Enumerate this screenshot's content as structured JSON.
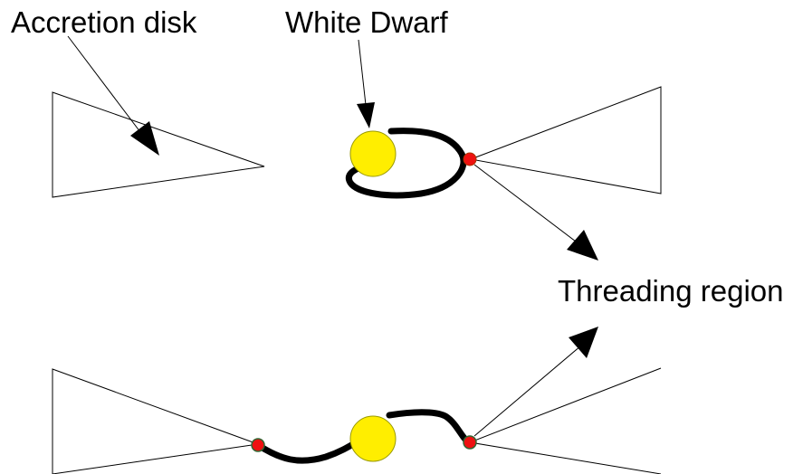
{
  "labels": {
    "accretion_disk": "Accretion disk",
    "white_dwarf": "White Dwarf",
    "threading_region": "Threading region"
  },
  "colors": {
    "white_dwarf_fill": "#ffee00",
    "white_dwarf_stroke": "#999900",
    "threading_point_fill": "#ee1111",
    "threading_point_stroke_top": "#aa3300",
    "threading_point_stroke_bottom": "#336633",
    "field_line": "#000000",
    "disk_outline": "#000000"
  }
}
